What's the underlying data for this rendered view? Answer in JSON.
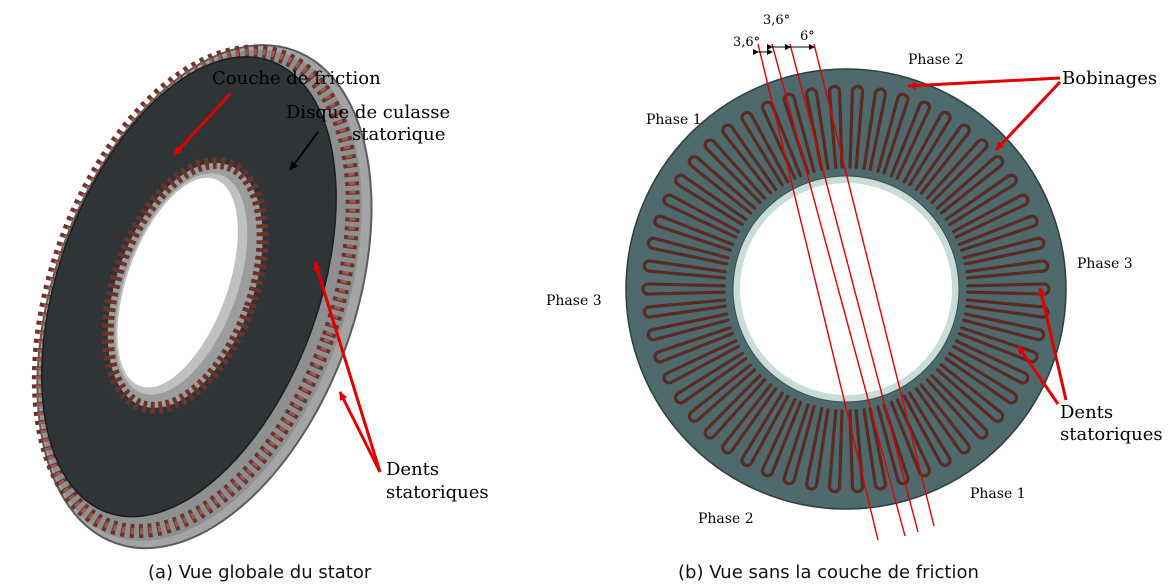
{
  "figure_a": {
    "labels": {
      "friction": "Couche de friction",
      "yoke_line1": "Disque de culasse",
      "yoke_line2": "statorique",
      "teeth_line1": "Dents",
      "teeth_line2": "statoriques"
    },
    "caption": "(a) Vue globale du stator",
    "colors": {
      "friction_layer": "#2f3436",
      "yoke_disc": "#9a9c9c",
      "coils": "#7a3a30",
      "arrow_red": "#e00000"
    }
  },
  "figure_b": {
    "phases": {
      "phase1_top": "Phase 1",
      "phase2_top": "Phase 2",
      "phase3_right": "Phase 3",
      "phase3_left": "Phase 3",
      "phase1_bottom": "Phase 1",
      "phase2_bottom": "Phase 2"
    },
    "angles": {
      "a1": "3,6°",
      "a2": "3,6°",
      "a3": "6°"
    },
    "labels": {
      "windings": "Bobinages",
      "teeth_line1": "Dents",
      "teeth_line2": "statoriques"
    },
    "caption": "(b) Vue sans la couche de friction",
    "colors": {
      "stator": "#4e6a6c",
      "ring_inner": "#c8dcd8",
      "coils": "#5a2a24",
      "lines_red": "#e00000"
    }
  }
}
